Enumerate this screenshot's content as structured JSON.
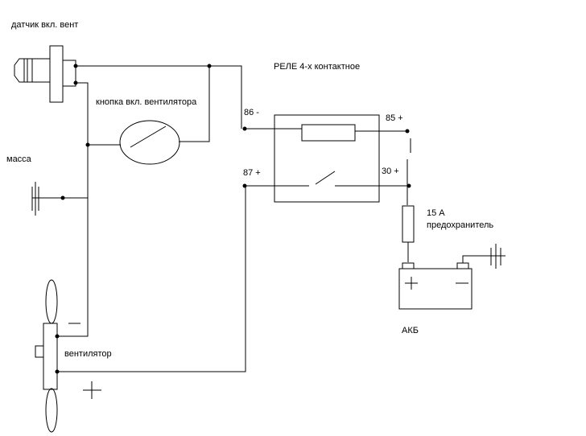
{
  "labels": {
    "sensor": "датчик вкл. вент",
    "button": "кнопка вкл. вентилятора",
    "relay": "РЕЛЕ 4-х контактное",
    "ground": "масса",
    "fan": "вентилятор",
    "pin86": "86  -",
    "pin85": "85  +",
    "pin87": "87  +",
    "pin30": "30  +",
    "fuse_rating": "15 А",
    "fuse_name": "предохранитель",
    "battery": "АКБ"
  }
}
